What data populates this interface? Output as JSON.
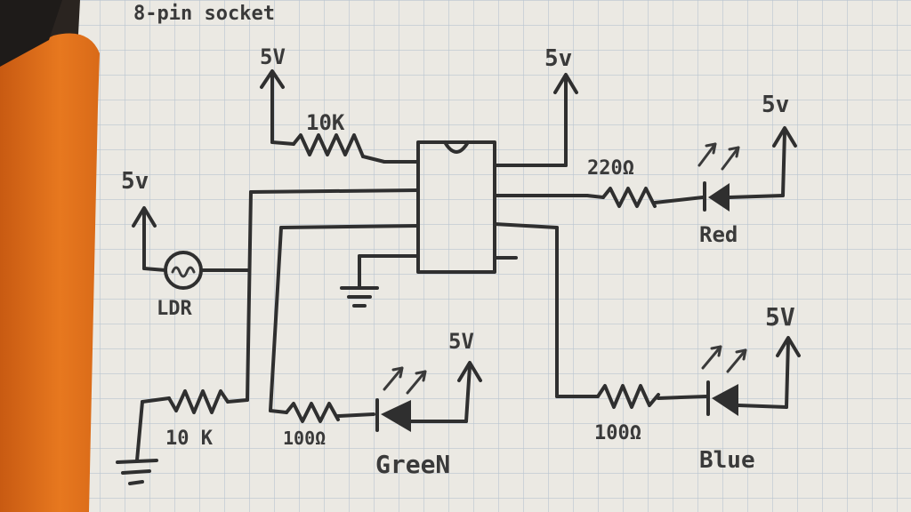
{
  "page": {
    "title": "8-pin socket"
  },
  "supplies": {
    "top_left": "5V",
    "top_center": "5v",
    "right_red": "5v",
    "left_ldr": "5v",
    "green": "5V",
    "right_blue": "5V"
  },
  "components": {
    "r_top": "10K",
    "r_bottom_left": "10 K",
    "r_red": "220Ω",
    "r_green": "100Ω",
    "r_blue": "100Ω",
    "ldr": "LDR"
  },
  "leds": {
    "red": "Red",
    "green": "GreeN",
    "blue": "Blue"
  },
  "colors": {
    "paper": "#eceae4",
    "grid": "#b9c4d0",
    "ink": "#2f2f2f",
    "orange": "#e2731e"
  }
}
